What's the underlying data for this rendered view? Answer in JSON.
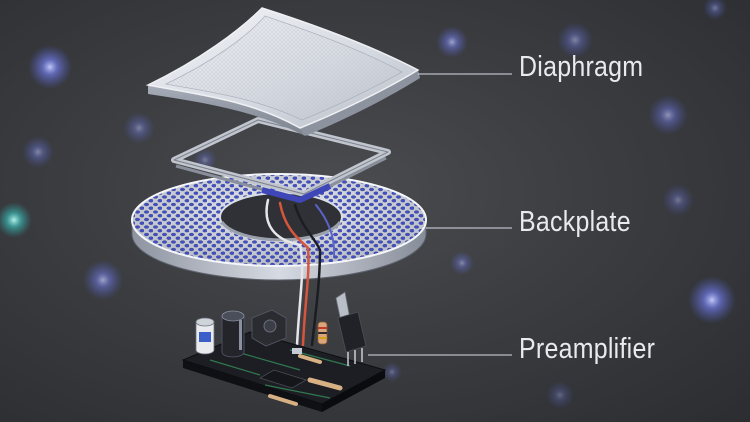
{
  "diagram": {
    "labels": {
      "diaphragm": "Diaphragm",
      "backplate": "Backplate",
      "preamplifier": "Preamplifier"
    },
    "colors": {
      "background": "#3b3d41",
      "bokeh_blue": "#6a78ff",
      "bokeh_teal": "#3fd6d0",
      "metal": "#c9ced8",
      "holes": "#3a46c8",
      "pcb": "#16181c",
      "leader_line": "#d8dde6"
    },
    "icons": [
      "diaphragm-membrane",
      "perforated-backplate",
      "preamp-circuit-board"
    ]
  }
}
